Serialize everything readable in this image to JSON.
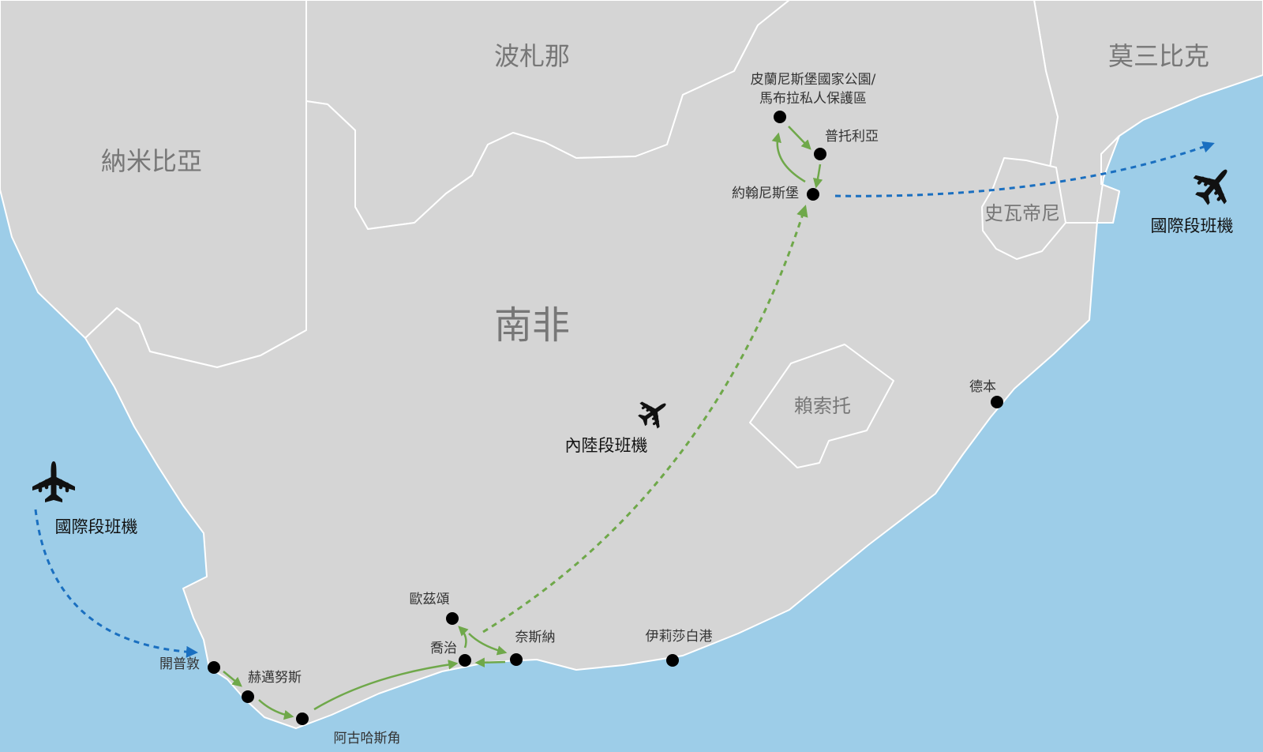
{
  "colors": {
    "ocean": "#9dcde8",
    "land": "#d5d5d5",
    "border": "#ffffff",
    "domestic_route": "#6fa84a",
    "international_route": "#1a6fc0",
    "city_marker": "#000000"
  },
  "countries": {
    "namibia": "納米比亞",
    "botswana": "波札那",
    "mozambique": "莫三比克",
    "south_africa": "南非",
    "eswatini": "史瓦帝尼",
    "lesotho": "賴索托"
  },
  "cities": {
    "kruger_line1": "皮蘭尼斯堡國家公園/",
    "kruger_line2": "馬布拉私人保護區",
    "pretoria": "普托利亞",
    "johannesburg": "約翰尼斯堡",
    "durban": "德本",
    "cape_town": "開普敦",
    "hermanus": "赫邁努斯",
    "cape_agulhas": "阿古哈斯角",
    "oudtshoorn": "歐茲頌",
    "george": "喬治",
    "knysna": "奈斯納",
    "port_elizabeth": "伊莉莎白港"
  },
  "flights": {
    "international_west": "國際段班機",
    "international_east": "國際段班機",
    "domestic": "內陸段班機"
  },
  "icons": {
    "international_west": "airplane-icon",
    "international_east": "airplane-icon",
    "domestic": "airplane-icon"
  }
}
